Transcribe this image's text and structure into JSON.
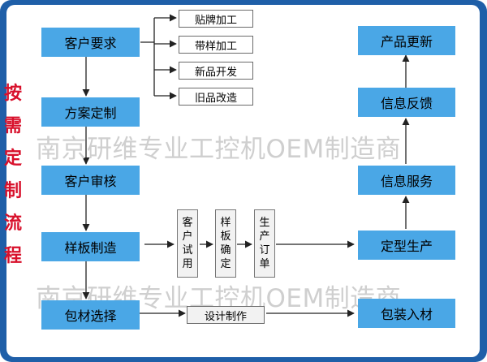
{
  "side_title": [
    "按",
    "需",
    "定",
    "制",
    "流",
    "程"
  ],
  "watermark": "南京研维专业工控机OEM制造商",
  "left_column": [
    "客户要求",
    "方案定制",
    "客户审核",
    "样板制造",
    "包材选择"
  ],
  "right_column": [
    "产品更新",
    "信息反馈",
    "信息服务",
    "定型生产",
    "包装入材"
  ],
  "options": [
    "贴牌加工",
    "带样加工",
    "新品开发",
    "旧品改造"
  ],
  "middle_steps": [
    [
      "客",
      "户",
      "试",
      "用"
    ],
    [
      "样",
      "板",
      "确",
      "定"
    ],
    [
      "生",
      "产",
      "订",
      "单"
    ]
  ],
  "design_step": "设计制作",
  "colors": {
    "frame": "#1f5fa8",
    "box": "#4aa7e6",
    "side_text": "#d8102b",
    "watermark": "#cfcfcf"
  }
}
